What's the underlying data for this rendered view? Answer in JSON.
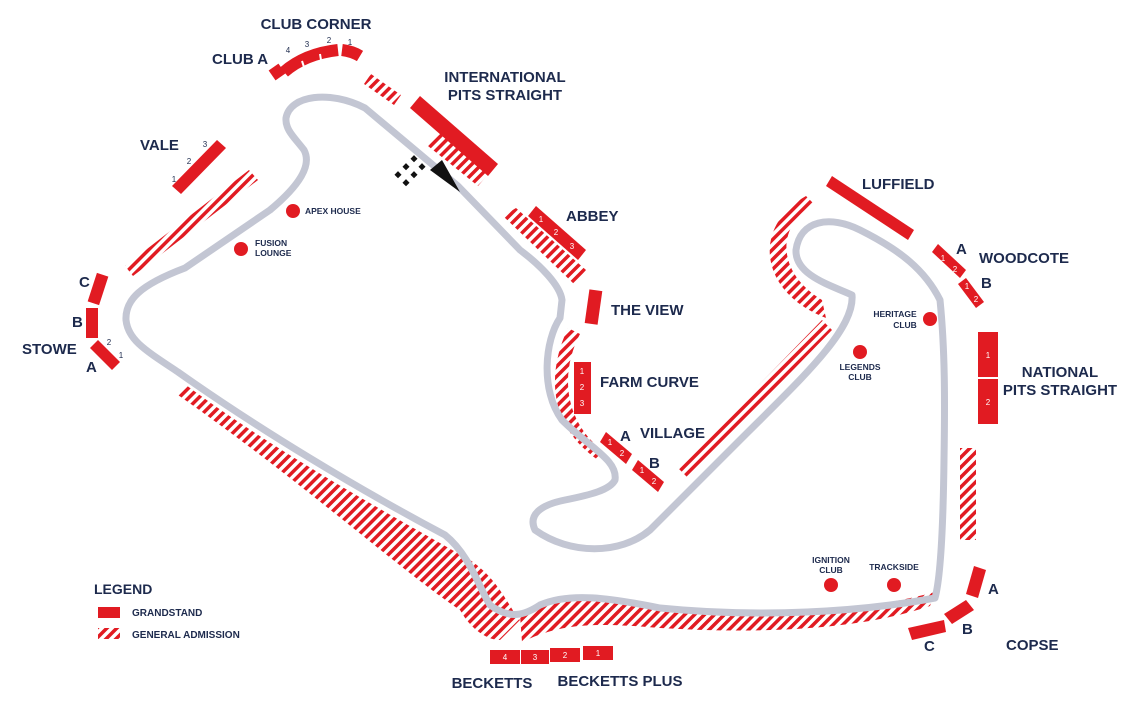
{
  "colors": {
    "track": "#c3c6d3",
    "grandstand": "#e11b22",
    "text": "#1d2a4d",
    "background": "#ffffff"
  },
  "labels": {
    "club_corner": "CLUB CORNER",
    "club_a": "CLUB A",
    "intl_pits_1": "INTERNATIONAL",
    "intl_pits_2": "PITS STRAIGHT",
    "vale": "VALE",
    "luffield": "LUFFIELD",
    "abbey": "ABBEY",
    "woodcote": "WOODCOTE",
    "the_view": "THE VIEW",
    "farm_curve": "FARM CURVE",
    "village": "VILLAGE",
    "national_pits_1": "NATIONAL",
    "national_pits_2": "PITS STRAIGHT",
    "stowe": "STOWE",
    "copse": "COPSE",
    "becketts": "BECKETTS",
    "becketts_plus": "BECKETTS PLUS",
    "stowe_c": "C",
    "stowe_b": "B",
    "stowe_a": "A",
    "woodcote_a": "A",
    "woodcote_b": "B",
    "village_a": "A",
    "village_b": "B",
    "copse_a": "A",
    "copse_b": "B",
    "copse_c": "C"
  },
  "venues": {
    "apex_house": "APEX HOUSE",
    "fusion_1": "FUSION",
    "fusion_2": "LOUNGE",
    "heritage_1": "HERITAGE",
    "heritage_2": "CLUB",
    "legends_1": "LEGENDS",
    "legends_2": "CLUB",
    "ignition_1": "IGNITION",
    "ignition_2": "CLUB",
    "trackside": "TRACKSIDE"
  },
  "numbers": {
    "club": [
      "4",
      "3",
      "2",
      "1"
    ],
    "vale": [
      "1",
      "2",
      "3"
    ],
    "abbey": [
      "1",
      "2",
      "3"
    ],
    "farm": [
      "1",
      "2",
      "3"
    ],
    "village_a": [
      "1",
      "2"
    ],
    "village_b": [
      "1",
      "2"
    ],
    "woodcote_a": [
      "1",
      "2"
    ],
    "woodcote_b": [
      "1",
      "2"
    ],
    "national": [
      "1",
      "2"
    ],
    "stowe_a": [
      "2",
      "1"
    ],
    "becketts": [
      "4",
      "3",
      "2",
      "1"
    ]
  },
  "legend": {
    "title": "LEGEND",
    "grandstand": "GRANDSTAND",
    "general_admission": "GENERAL ADMISSION"
  }
}
